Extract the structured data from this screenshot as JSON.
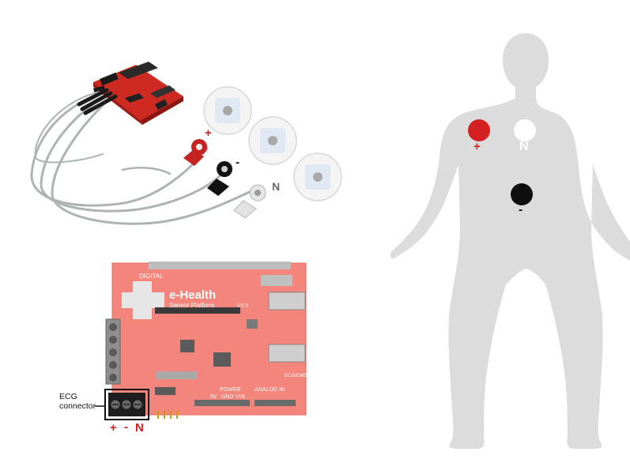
{
  "kit_labels": {
    "positive": "+",
    "negative": "-",
    "neutral": "N"
  },
  "board": {
    "connector_label_line1": "ECG",
    "connector_label_line2": "connector",
    "pin_positive": "+",
    "pin_negative": "-",
    "pin_neutral": "N",
    "silk_title": "e-Health",
    "silk_subtitle": "Sensor Platform",
    "silk_version": "V2.0",
    "silk_digital": "DIGITAL",
    "silk_analog": "ANALOG IN",
    "silk_power": "POWER",
    "silk_5v": "5V",
    "silk_gnd": "GND",
    "silk_vin": "VIN",
    "silk_ecg_emg": "ECG/EMG"
  },
  "body": {
    "positive": "+",
    "neutral": "N",
    "negative": "-"
  },
  "colors": {
    "positive": "#d32020",
    "negative": "#101010",
    "neutral": "#ffffff",
    "neutral_text": "#6b6b6b",
    "body_silhouette": "#dcdcdc",
    "board_red": "#f07a72",
    "cable_gray": "#b0b4b4"
  }
}
